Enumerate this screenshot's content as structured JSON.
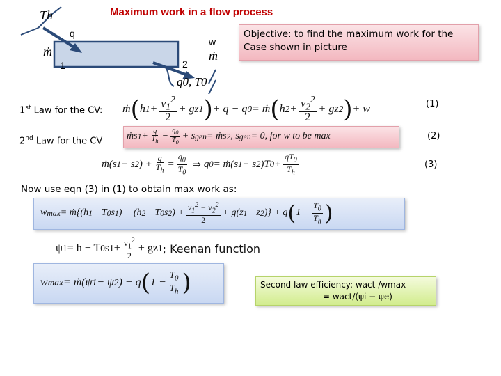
{
  "title": "Maximum work in a flow process",
  "colors": {
    "title": "#c00000",
    "pipe": "#c9d6e8",
    "pipe_border": "#2b4a78",
    "blue_box": "#c9d8f2",
    "pink_box": "#f3b8c0",
    "green_box": "#d2ec8e"
  },
  "diagram": {
    "th": "Th",
    "q": "q",
    "w": "w",
    "m_dot_in": "ṁ",
    "m_dot_out": "ṁ",
    "state1": "1",
    "state2": "2",
    "q0t0": "q0, T0"
  },
  "objective": {
    "line1": "Objective: to find the maximum work for the",
    "line2": "Case shown in picture"
  },
  "first_law": {
    "label": "1st Law for the CV:",
    "number": "(1)"
  },
  "second_law": {
    "label": "2nd Law for the CV",
    "number": "(2)",
    "condition": ", sgen = 0, for w to be max"
  },
  "eq3": {
    "number": "(3)"
  },
  "instruction": "Now use eqn (3) in (1) to obtain max work as:",
  "keenan": {
    "suffix": "; Keenan function"
  },
  "efficiency": {
    "line1": "Second law efficiency: wact /wmax",
    "line2": "= wact/(ψi − ψe)"
  }
}
